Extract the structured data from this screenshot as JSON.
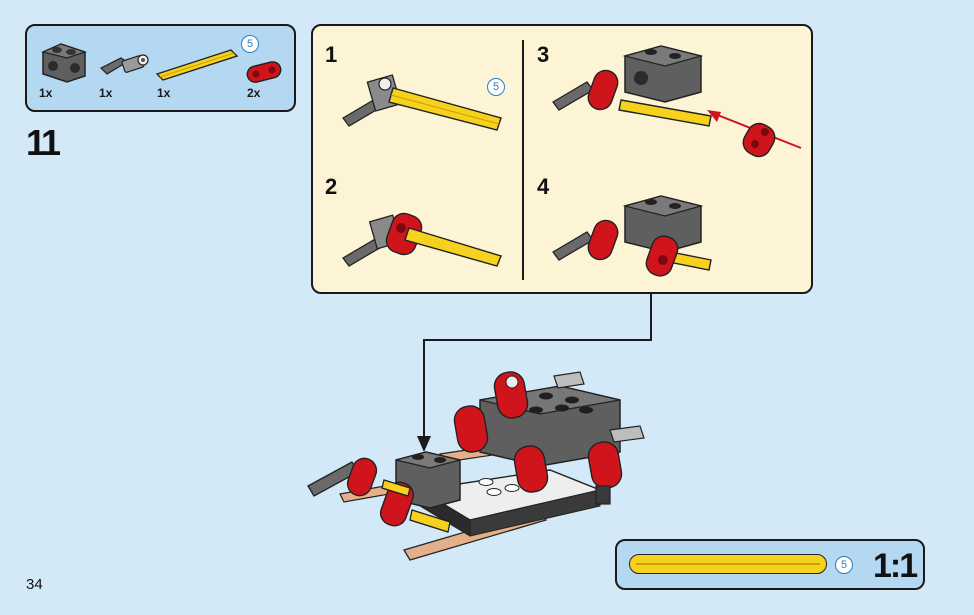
{
  "step": {
    "number": "11"
  },
  "parts": [
    {
      "qty": "1x",
      "icon": "gray-axle-connector-block"
    },
    {
      "qty": "1x",
      "icon": "gray-hinge-connector"
    },
    {
      "qty": "1x",
      "icon": "yellow-axle",
      "length": "5"
    },
    {
      "qty": "2x",
      "icon": "red-liftarm"
    }
  ],
  "substeps": [
    {
      "number": "1",
      "length_badge": "5"
    },
    {
      "number": "2"
    },
    {
      "number": "3"
    },
    {
      "number": "4"
    }
  ],
  "scale_guide": {
    "length": "5",
    "label": "1:1"
  },
  "page": {
    "number": "34"
  },
  "colors": {
    "background": "#d3e9f8",
    "panel": "#b4d7f2",
    "substep_panel": "#fdf3d5",
    "red": "#d0141c",
    "yellow": "#f6d21f",
    "gray": "#5a5a5a",
    "tan": "#e3b08a"
  }
}
